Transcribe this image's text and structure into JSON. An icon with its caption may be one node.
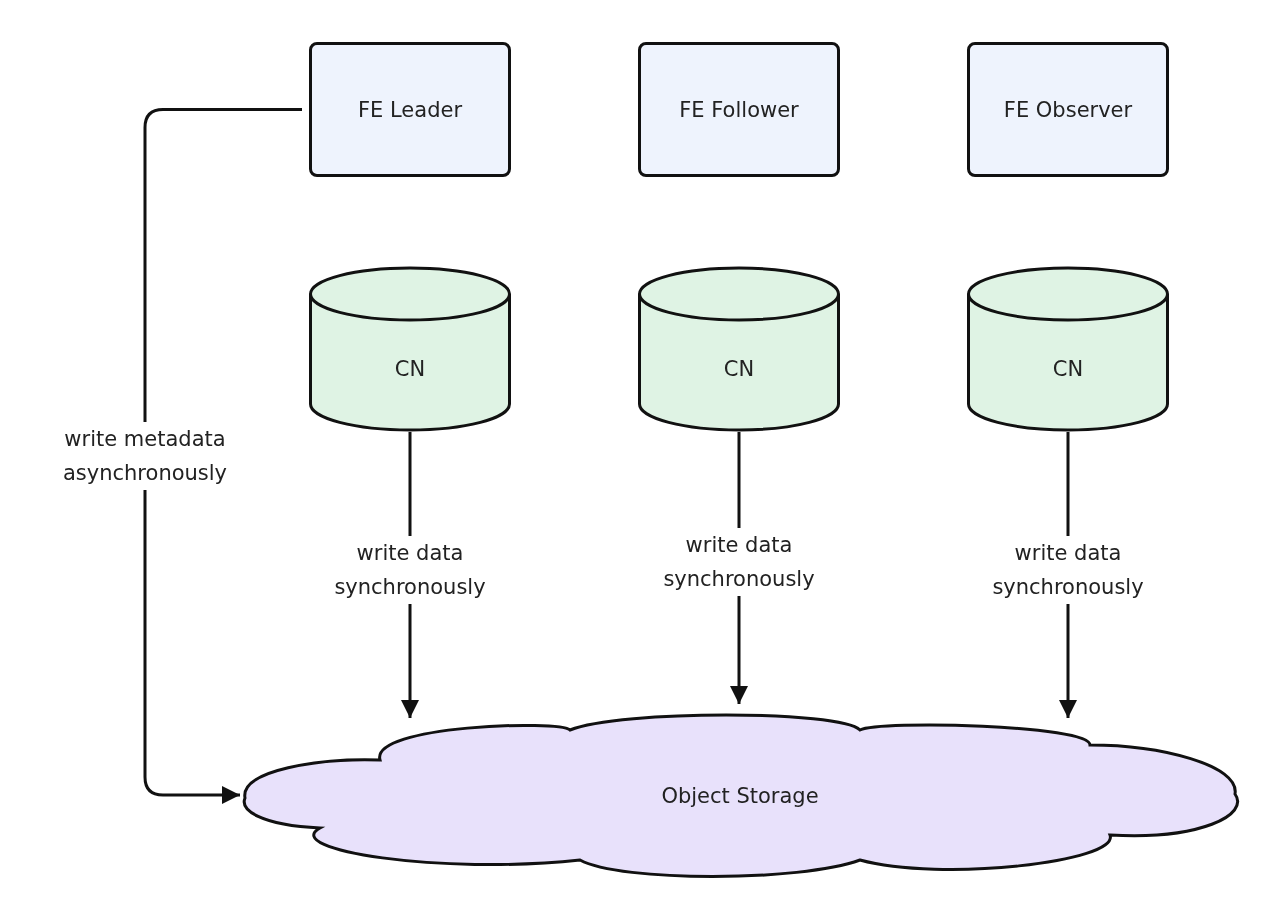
{
  "diagram": {
    "nodes": [
      {
        "text": [
          "FE Leader"
        ]
      },
      {
        "text": [
          "FE Follower"
        ]
      },
      {
        "text": [
          "FE Observer"
        ]
      },
      {
        "text": [
          "CN"
        ]
      },
      {
        "text": [
          "CN"
        ]
      },
      {
        "text": [
          "CN"
        ]
      },
      {
        "text": [
          "Object Storage"
        ]
      }
    ],
    "edges": [
      {
        "from": 0,
        "to": 6,
        "arrow": "to",
        "label": "write metadata asynchronously"
      },
      {
        "from": 3,
        "to": 6,
        "arrow": "to",
        "label": "write data synchronously"
      },
      {
        "from": 4,
        "to": 6,
        "arrow": "to",
        "label": "write data synchronously"
      },
      {
        "from": 5,
        "to": 6,
        "arrow": "to",
        "label": "write data synchronously"
      }
    ]
  }
}
